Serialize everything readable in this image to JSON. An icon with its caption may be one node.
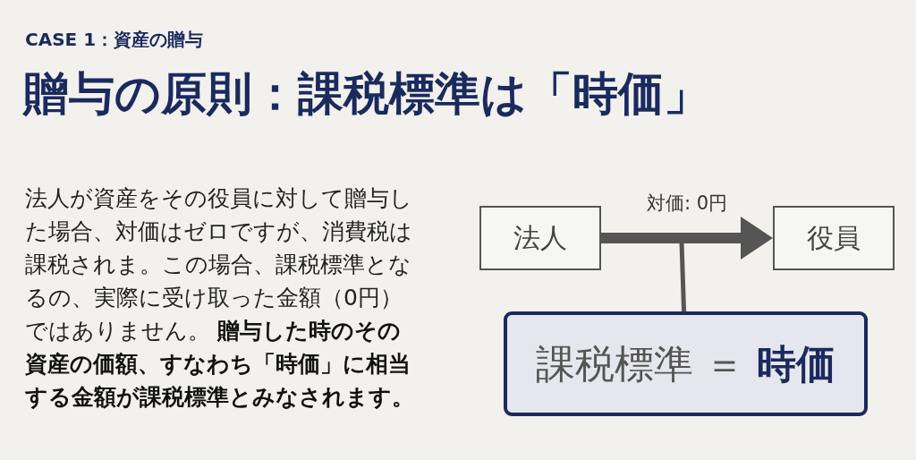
{
  "diagram": {
    "title": "贈与の原則：課税標準は「時価」",
    "nodes": [
      {
        "text": [
          "法人"
        ]
      },
      {
        "text": [
          "役員"
        ]
      },
      {
        "text": [
          "課税標準 ＝ **時価**"
        ]
      }
    ],
    "edges": [
      {
        "from": 0,
        "to": 1,
        "arrow": "to",
        "label": "対価: 0円",
        "style": "thick"
      },
      {
        "from": null,
        "to": 2,
        "arrow": "none"
      }
    ],
    "labels": [
      "CASE 1：資産の贈与",
      "法人が資産をその役員に対して贈与した場合、対価はゼロですが、消費税は課税されま。この場合、課税標準となるの、実際に受け取った金額（0円）ではありません。 **贈与した時のその資産の価額、すなわち「時価」に相当する金額が課税標準とみなされます。**"
    ]
  }
}
